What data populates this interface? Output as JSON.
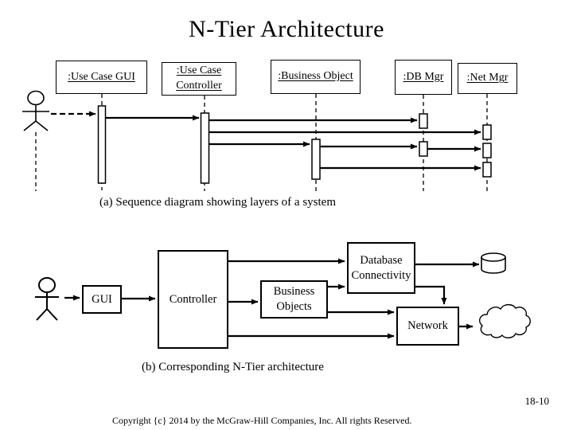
{
  "title": "N-Tier Architecture",
  "sequence_diagram": {
    "caption": "(a) Sequence diagram showing layers of a system",
    "objects": [
      {
        "label": ":Use Case GUI"
      },
      {
        "label": ":Use Case Controller"
      },
      {
        "label": ":Business Object"
      },
      {
        "label": ":DB Mgr"
      },
      {
        "label": ":Net Mgr"
      }
    ],
    "shapes": [
      "actor-stick-figure",
      "lifelines",
      "activation-bars",
      "message-arrows"
    ]
  },
  "architecture_diagram": {
    "caption": "(b) Corresponding N-Tier architecture",
    "nodes": [
      {
        "label": "GUI"
      },
      {
        "label": "Controller"
      },
      {
        "label": "Business Objects"
      },
      {
        "label": "Database Connectivity"
      },
      {
        "label": "Network"
      }
    ],
    "shapes": [
      "actor-stick-figure",
      "database-cylinder",
      "network-cloud"
    ]
  },
  "footer": {
    "page_number": "18-10",
    "copyright": "Copyright {c} 2014 by the McGraw-Hill Companies, Inc. All rights Reserved."
  },
  "colors": {
    "background": "#ffffff",
    "line": "#000000",
    "text": "#000000"
  }
}
